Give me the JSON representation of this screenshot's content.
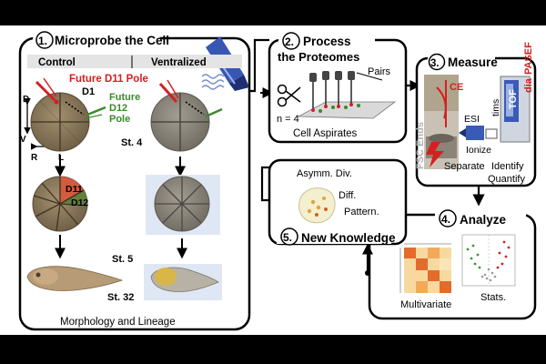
{
  "panel1": {
    "step": "1.",
    "title": "Microprobe the Cell",
    "col_left": "Control",
    "col_right": "Ventralized",
    "pole_d11": "Future D11 Pole",
    "d1": "D1",
    "future_d12": [
      "Future",
      "D12",
      "Pole"
    ],
    "axis_d": "D",
    "axis_v": "V",
    "axis_r": "R",
    "axis_l": "L",
    "st4": "St. 4",
    "d11": "D11",
    "d12": "D12",
    "st5": "St. 5",
    "st32": "St. 32",
    "footer": "Morphology and Lineage"
  },
  "panel2": {
    "step": "2.",
    "title_line1": "Process",
    "title_line2": "the Proteomes",
    "pairs": "Pairs",
    "n": "n = 4",
    "aspirates": "Cell Aspirates"
  },
  "panel3": {
    "step": "3.",
    "title": "Measure",
    "ce": "CE",
    "fsc_ends": "FSC Ends",
    "esi": "ESI",
    "ionize": "Ionize",
    "separate": "Separate",
    "tims": "tims",
    "tof": "TOF",
    "dia": "dia",
    "pasef": "PASEF",
    "identify": "Identify",
    "quantify": "Quantify"
  },
  "panel4": {
    "step": "4.",
    "title": "Analyze",
    "multivariate": "Multivariate",
    "stats": "Stats."
  },
  "panel5": {
    "step": "5.",
    "title": "New Knowledge",
    "asymm": "Asymm. Div.",
    "diff": "Diff.",
    "pattern": "Pattern."
  },
  "colors": {
    "red_label": "#d42020",
    "green_label": "#3a8a2a",
    "embryo": "#8c7a5e",
    "embryo_gray": "#8a857c",
    "highlight": "#dfe7f4"
  }
}
